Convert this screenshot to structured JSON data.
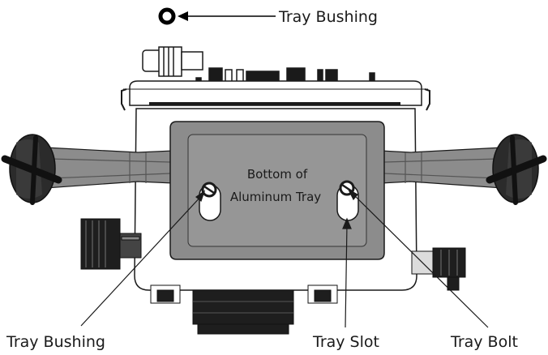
{
  "labels": {
    "top_bushing": "Tray Bushing",
    "tray_text_line1": "Bottom of",
    "tray_text_line2": "Aluminum Tray",
    "bottom_bushing": "Tray Bushing",
    "slot": "Tray Slot",
    "bolt": "Tray Bolt"
  },
  "colors": {
    "tray_fill": "#8c8c8c",
    "tray_inner": "#9a9a9a",
    "outline": "#1a1a1a",
    "knob": "#2b2b2b",
    "housing": "#ffffff"
  },
  "icons": [
    "bushing-ring-icon",
    "arrow-left-icon"
  ]
}
